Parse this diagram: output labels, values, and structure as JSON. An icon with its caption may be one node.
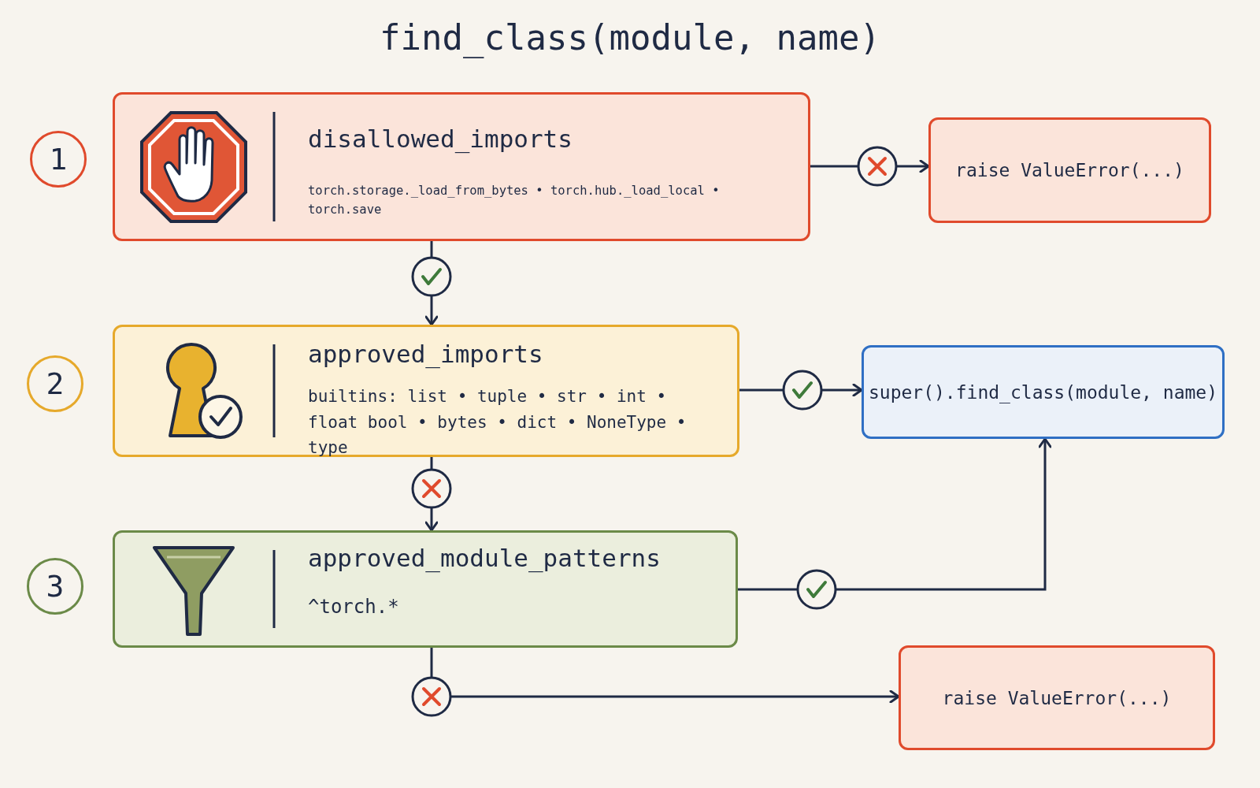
{
  "diagram": {
    "title": "find_class(module, name)",
    "nodes": [
      {
        "text": [
          "1"
        ]
      },
      {
        "text": [
          "disallowed_imports",
          "torch.storage._load_from_bytes • torch.hub._load_local • torch.save"
        ]
      },
      {
        "text": [
          "raise ValueError(...)"
        ]
      },
      {
        "text": [
          "2"
        ]
      },
      {
        "text": [
          "approved_imports",
          "builtins: list • tuple • str • int • float bool • bytes • dict • NoneType • type"
        ]
      },
      {
        "text": [
          "super().find_class(module, name)"
        ]
      },
      {
        "text": [
          "3"
        ]
      },
      {
        "text": [
          "approved_module_patterns",
          "^torch.*"
        ]
      },
      {
        "text": [
          "raise ValueError(...)"
        ]
      }
    ],
    "edges": [
      {
        "from": 1,
        "to": 2,
        "arrow": "to"
      },
      {
        "from": 1,
        "to": 4,
        "arrow": "to"
      },
      {
        "from": 4,
        "to": 5,
        "arrow": "to"
      },
      {
        "from": 4,
        "to": 7,
        "arrow": "to"
      },
      {
        "from": 7,
        "to": 5,
        "arrow": "to"
      },
      {
        "from": 7,
        "to": 8,
        "arrow": "to"
      }
    ]
  }
}
